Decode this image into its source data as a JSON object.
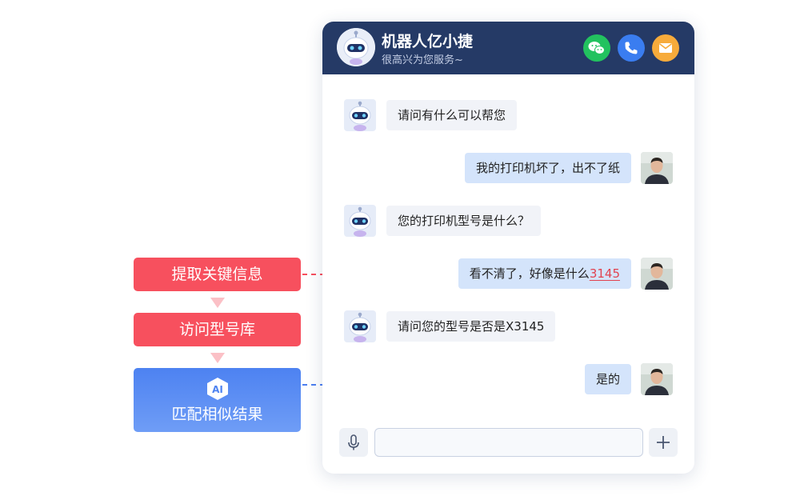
{
  "chat": {
    "title": "机器人亿小捷",
    "subtitle": "很高兴为您服务~",
    "header_icons": [
      "wechat-icon",
      "phone-icon",
      "mail-icon"
    ],
    "messages": [
      {
        "from": "bot",
        "text": "请问有什么可以帮您"
      },
      {
        "from": "user",
        "text": "我的打印机坏了，出不了纸"
      },
      {
        "from": "bot",
        "text": "您的打印机型号是什么？"
      },
      {
        "from": "user",
        "text": "看不清了，好像是什么",
        "highlight": "3145"
      },
      {
        "from": "bot",
        "text": "请问您的型号是否是X3145"
      },
      {
        "from": "user",
        "text": "是的"
      }
    ],
    "input": {
      "value": "",
      "placeholder": ""
    }
  },
  "flow": {
    "steps": [
      "提取关键信息",
      "访问型号库",
      "匹配相似结果"
    ],
    "ai_badge": "AI"
  },
  "colors": {
    "header_bg": "#253a66",
    "red_step": "#f7505e",
    "blue_step": "#4d82f1",
    "bot_bubble": "#f1f3f8",
    "user_bubble": "#d4e4fb",
    "highlight": "#e14350"
  }
}
